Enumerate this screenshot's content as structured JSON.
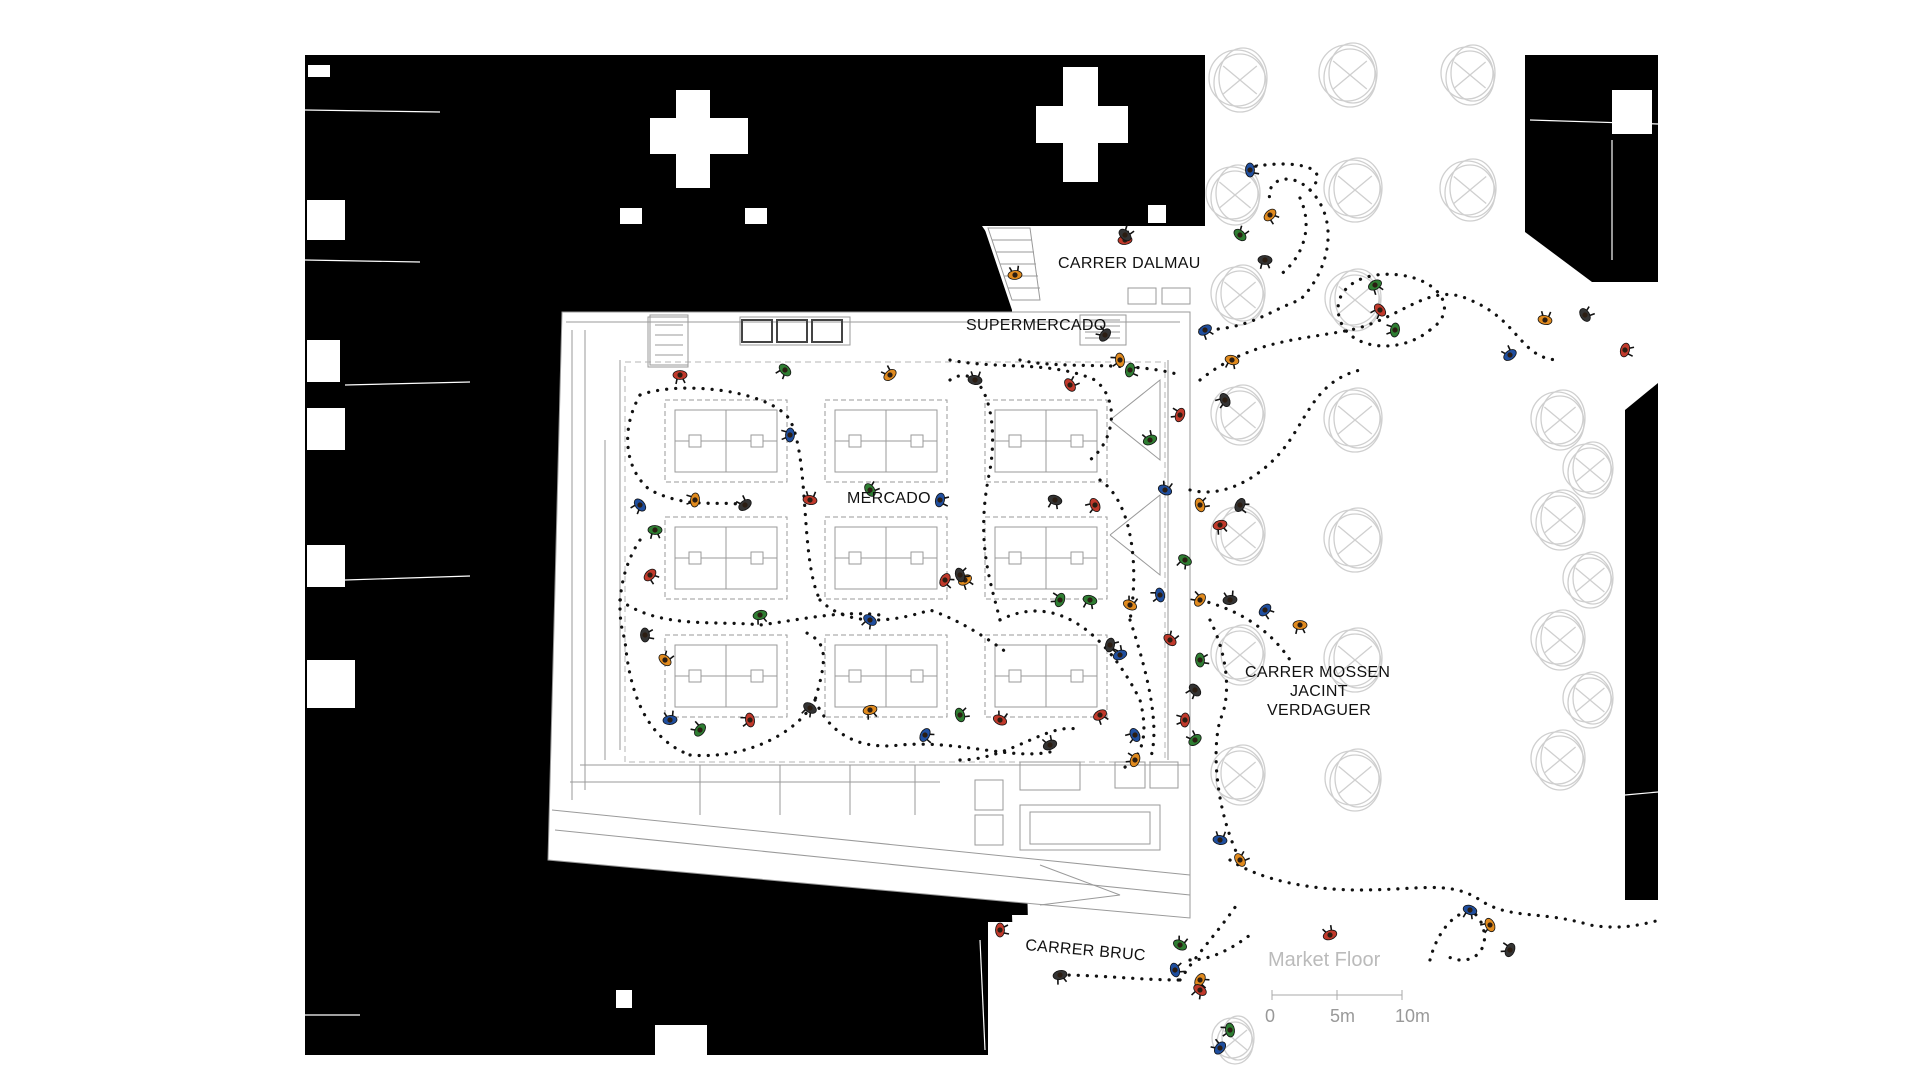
{
  "labels": {
    "carrer_dalmau": "CARRER DALMAU",
    "supermercado": "SUPERMERCADO",
    "mercado": "MERCADO",
    "carrer_mossen_l1": "CARRER MOSSEN",
    "carrer_mossen_l2": "JACINT",
    "carrer_mossen_l3": "VERDAGUER",
    "carrer_bruc": "CARRER BRUC",
    "market_floor": "Market Floor"
  },
  "scale_bar": {
    "ticks": [
      "0",
      "5m",
      "10m"
    ]
  },
  "colors": {
    "building_mass": "#000000",
    "plan_line": "#9a9a9a",
    "tree_outline": "#cfcfcf",
    "pedestrian_path": "#111111",
    "people": [
      "#c0392b",
      "#2e7d32",
      "#1f4e9e",
      "#e08a1e",
      "#333333"
    ]
  },
  "icons": {
    "pedestrian": "person-topview-icon",
    "tree": "tree-canopy-icon"
  }
}
